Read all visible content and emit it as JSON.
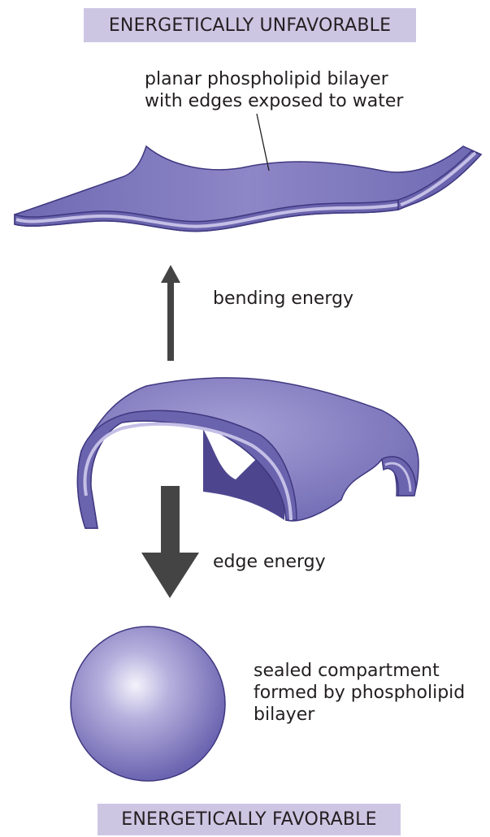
{
  "banners": {
    "top": "ENERGETICALLY UNFAVORABLE",
    "bottom": "ENERGETICALLY FAVORABLE"
  },
  "labels": {
    "planar_line1": "planar phospholipid bilayer",
    "planar_line2": "with edges exposed to water",
    "bending": "bending energy",
    "edge": "edge energy",
    "sealed_line1": "sealed compartment",
    "sealed_line2": "formed by phospholipid",
    "sealed_line3": "bilayer"
  },
  "colors": {
    "membrane": "#7e79be",
    "membrane_dark": "#5c549f",
    "membrane_light": "#b4aedb",
    "arrow": "#444444",
    "banner": "#cdc6e3"
  }
}
